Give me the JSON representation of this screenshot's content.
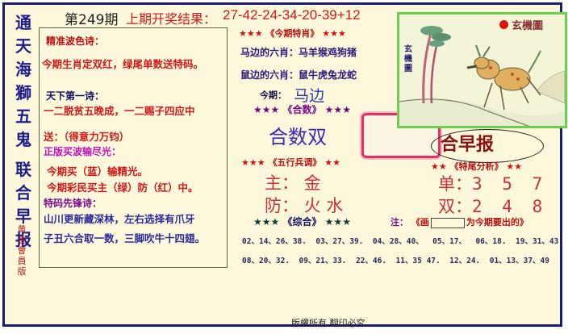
{
  "header": {
    "issue": "第249期",
    "last_result_label": "上期开奖结果：",
    "last_result_numbers": "27-42-24-34-20-39+12"
  },
  "side_title": {
    "chars": [
      "通",
      "天",
      "海",
      "獅",
      "五",
      "鬼",
      "联",
      "合",
      "早",
      "报"
    ],
    "subtitle": "--黄金會員版"
  },
  "poems": {
    "wave_title": "精准波色诗：",
    "wave_line": "今期生肖定双红，绿尾单数送特码。",
    "first_title": "天下第一诗：",
    "first_line1": "一二脱贫五晚成，一二赐子四应中",
    "first_line2": "送：（得意力万钧）",
    "zhengban_title": "正版买波输尽光：",
    "zhengban_line1": "今期买（蓝）输精光。",
    "zhengban_line2": "今期彩民买主（绿）防（红）中。",
    "special_title": "特码先锋诗：",
    "special_line1": "山川更新藏深林，左右选择有爪牙",
    "special_line2": "子丑六合取一数，三脚吹牛十四翅。"
  },
  "zodiac": {
    "stars_left": "★★★",
    "title": "《今期特肖》",
    "stars_right": "★★★",
    "horse_side_label": "马边的六肖：",
    "horse_side_value": "马羊猴鸡狗猪",
    "rat_side_label": "鼠边的六肖：",
    "rat_side_value": "鼠牛虎兔龙蛇",
    "this_period_label": "今期：",
    "this_period_value": "马边"
  },
  "heshu": {
    "stars_left": "★★★",
    "title": "《合数》",
    "stars_right": "★★★",
    "value": "合数双"
  },
  "wuxing": {
    "stars_left": "★★★",
    "title": "《五行兵调》",
    "stars_right": "★★",
    "main_label": "主：",
    "main_value": "金",
    "guard_label": "防：",
    "guard_value": "火 水"
  },
  "tail": {
    "stars_left": "★★",
    "title": "《特尾分析》",
    "stars_right": "★★",
    "odd_label": "单：",
    "odd_value": "3 5 7",
    "even_label": "双：",
    "even_value": "2 4 8"
  },
  "zonghe": {
    "stars_left": "★★★",
    "title": "《综合》",
    "stars_right": "★★★",
    "note_label": "注：",
    "note_prefix": "《画",
    "note_suffix": "为今期要出的》",
    "row1": "02、14、26、38.  03、27、39.  04、28、40、  05、17、  06、18.  19、31、43",
    "row2": "08、20、32.  09、21、33.  22、46.  11、35 47.  12、24.  01、13、37、49"
  },
  "banner": {
    "text": "合早报"
  },
  "image": {
    "logo_text": "玄機圖",
    "side_text": "玄機圖",
    "accent": "#6ad04a"
  },
  "footer": {
    "copyright": "版權所有 翻印必究"
  },
  "colors": {
    "frame": "#1a1a6e",
    "background": "#fdf8dc",
    "result_red": "#d01818"
  }
}
